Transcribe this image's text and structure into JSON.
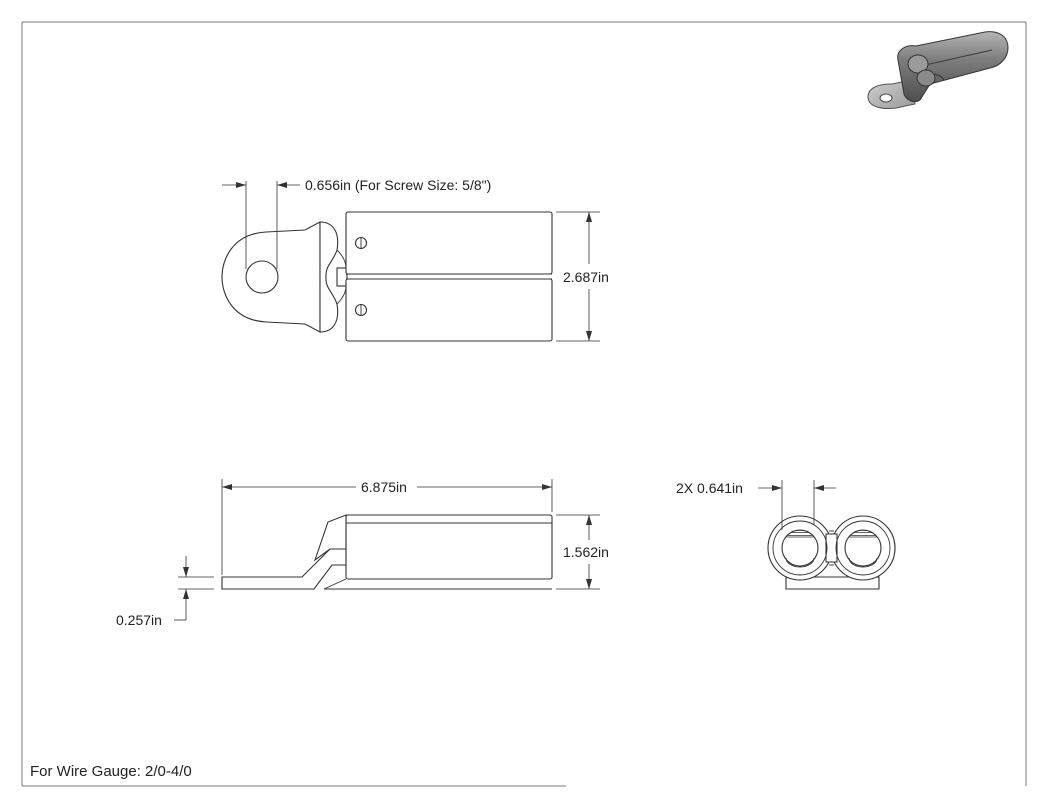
{
  "drawing": {
    "dimensions": {
      "hole": "0.656in (For Screw Size: 5/8\")",
      "width": "2.687in",
      "length": "6.875in",
      "height": "1.562in",
      "tongue_thickness": "0.257in",
      "barrel": "2X 0.641in"
    },
    "note": "For Wire Gauge: 2/0-4/0"
  },
  "colors": {
    "line": "#333333",
    "background": "#ffffff",
    "iso_body": "#8a8a8a"
  }
}
